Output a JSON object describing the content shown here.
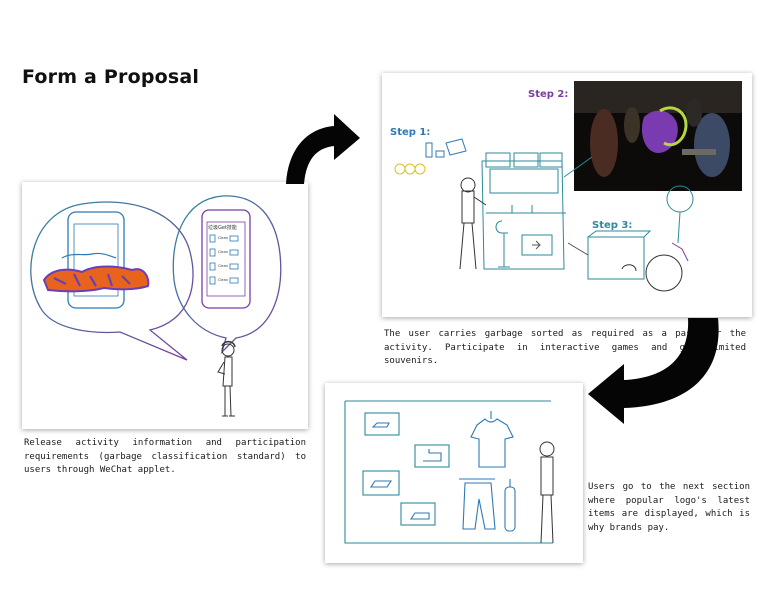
{
  "page": {
    "title": "Form a Proposal"
  },
  "panel1": {
    "caption": "Release activity information and participation requirements (garbage classification standard) to users through WeChat applet.",
    "phone_header": "垃圾Get技能",
    "phone_rows": [
      {
        "label": "Clean"
      },
      {
        "label": "Clean"
      },
      {
        "label": "Clean"
      },
      {
        "label": "Clean"
      }
    ]
  },
  "panel2": {
    "step1": "Step 1:",
    "step2": "Step 2:",
    "step3": "Step 3:",
    "caption": "The user carries garbage sorted as required as a pass for the activity. Participate in interactive games and get limited souvenirs."
  },
  "panel3": {
    "caption": "Users go to the next section where popular logo's latest items are displayed, which is why brands pay."
  },
  "colors": {
    "sketch_blue": "#2f79b7",
    "sketch_purple": "#7a3ea0",
    "sketch_teal": "#2d8a9a",
    "graffiti_orange": "#e8641e",
    "graffiti_purple": "#6a3fb5",
    "arrow": "#050505"
  }
}
